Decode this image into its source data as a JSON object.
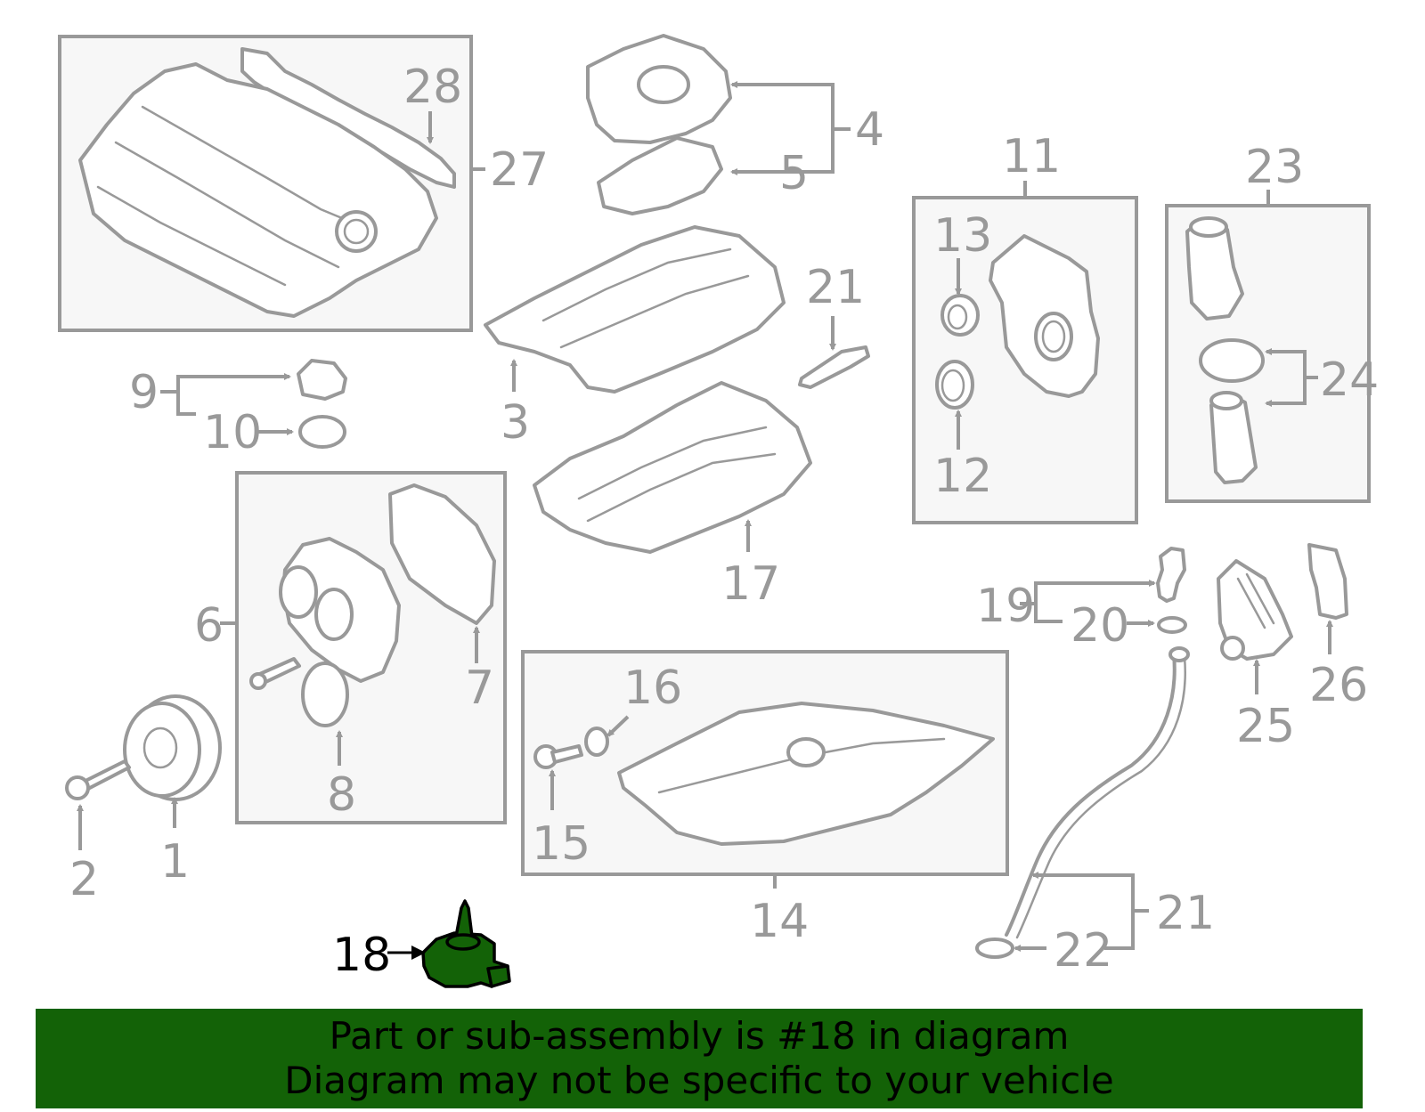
{
  "diagram": {
    "highlight_color": "#136207",
    "line_color": "#999999",
    "box_fill": "#f7f7f7",
    "highlighted_part": "18",
    "callouts": [
      {
        "id": "c1",
        "label": "1"
      },
      {
        "id": "c2",
        "label": "2"
      },
      {
        "id": "c3",
        "label": "3"
      },
      {
        "id": "c4",
        "label": "4"
      },
      {
        "id": "c5",
        "label": "5"
      },
      {
        "id": "c6",
        "label": "6"
      },
      {
        "id": "c7",
        "label": "7"
      },
      {
        "id": "c8",
        "label": "8"
      },
      {
        "id": "c9",
        "label": "9"
      },
      {
        "id": "c10",
        "label": "10"
      },
      {
        "id": "c11",
        "label": "11"
      },
      {
        "id": "c12",
        "label": "12"
      },
      {
        "id": "c13",
        "label": "13"
      },
      {
        "id": "c14",
        "label": "14"
      },
      {
        "id": "c15",
        "label": "15"
      },
      {
        "id": "c16",
        "label": "16"
      },
      {
        "id": "c17",
        "label": "17"
      },
      {
        "id": "c18",
        "label": "18"
      },
      {
        "id": "c19",
        "label": "19"
      },
      {
        "id": "c20",
        "label": "20"
      },
      {
        "id": "c21a",
        "label": "21"
      },
      {
        "id": "c21b",
        "label": "21"
      },
      {
        "id": "c22",
        "label": "22"
      },
      {
        "id": "c23",
        "label": "23"
      },
      {
        "id": "c24",
        "label": "24"
      },
      {
        "id": "c25",
        "label": "25"
      },
      {
        "id": "c26",
        "label": "26"
      },
      {
        "id": "c27",
        "label": "27"
      },
      {
        "id": "c28",
        "label": "28"
      }
    ]
  },
  "banner": {
    "line1": "Part or sub-assembly is #18 in diagram",
    "line2": "Diagram may not be specific to your vehicle",
    "background": "#136207"
  }
}
